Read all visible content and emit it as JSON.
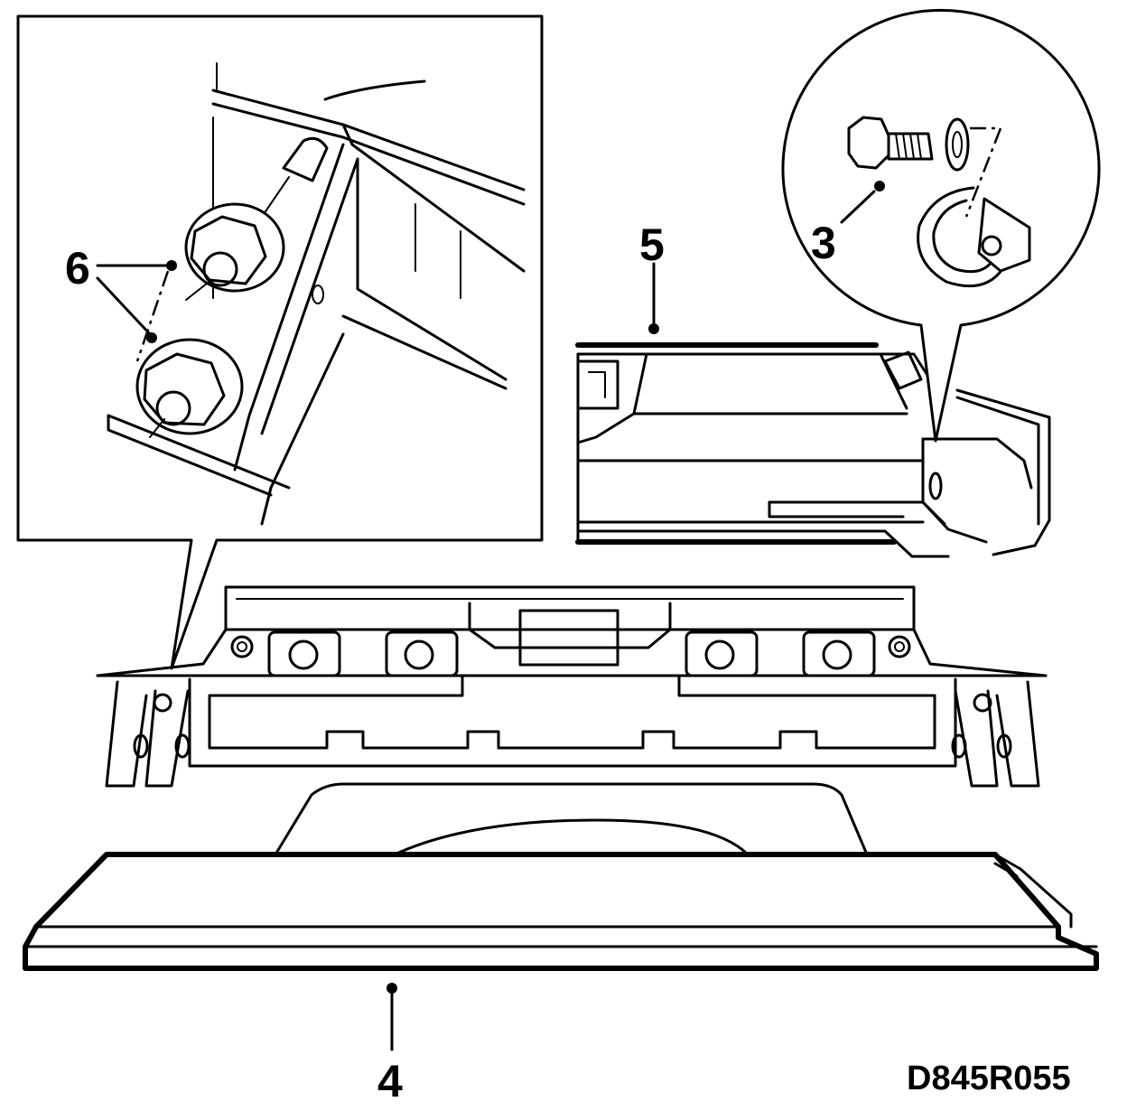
{
  "callouts": {
    "c3": "3",
    "c4": "4",
    "c5": "5",
    "c6": "6"
  },
  "drawing_reference": "D845R055"
}
